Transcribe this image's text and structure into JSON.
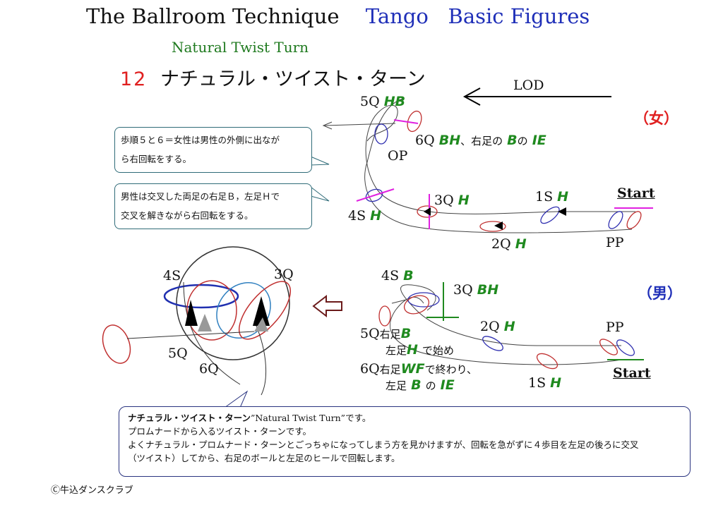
{
  "header": {
    "title_black": "The Ballroom Technique",
    "title_blue": "Tango   Basic Figures",
    "subtitle": "Natural Twist Turn",
    "figure_number": "12",
    "figure_name_jp": "ナチュラル・ツイスト・ターン"
  },
  "lod_label": "LOD",
  "lady": {
    "marker": "（女）",
    "start": "Start",
    "pp": "PP",
    "op": "OP",
    "step1": {
      "num": "1S",
      "action": "H"
    },
    "step2": {
      "num": "2Q",
      "action": "H"
    },
    "step3": {
      "num": "3Q",
      "action": "H"
    },
    "step4": {
      "num": "4S",
      "action": "H"
    },
    "step5": {
      "num": "5Q",
      "action": "HB"
    },
    "step6": {
      "num": "6Q",
      "action": "BH",
      "mid": "、右足の",
      "b": "B",
      "no": "の",
      "ie": "IE"
    }
  },
  "man": {
    "marker": "（男）",
    "start": "Start",
    "pp": "PP",
    "step1": {
      "num": "1S",
      "action": "H"
    },
    "step2": {
      "num": "2Q",
      "action": "H"
    },
    "step3": {
      "num": "3Q",
      "action": "BH"
    },
    "step4": {
      "num": "4S",
      "action": "B"
    },
    "step5_line1": {
      "num": "5Q",
      "text": "右足",
      "b": "B"
    },
    "step5_line2": {
      "text": "左足",
      "h": "H",
      "tail": "で始め"
    },
    "step6_line1": {
      "num": "6Q",
      "text": "右足",
      "wf": "WF",
      "tail": "で終わり、"
    },
    "step6_line2": {
      "text": "左足",
      "b": "B",
      "no": "の",
      "ie": "IE"
    }
  },
  "detail": {
    "l4s": "4S",
    "l3q": "3Q",
    "l5q": "5Q",
    "l6q": "6Q"
  },
  "notes": {
    "note1_line1": "歩順５と６＝女性は男性の外側に出なが",
    "note1_line2": "ら右回転をする。",
    "note2_line1": "男性は交叉した両足の右足Ｂ，左足Ｈで",
    "note2_line2": "交叉を解きながら右回転をする。"
  },
  "bottom": {
    "line1_bold": "ナチュラル・ツイスト・ターン",
    "line1_rest": "”Natural Twist Turn”です。",
    "line2": "プロムナードから入るツイスト・ターンです。",
    "line3": "よくナチュラル・プロムナード・ターンとごっちゃになってしまう方を見かけますが、回転を急がずに４歩目を左足の後ろに交叉",
    "line4": "（ツイスト）してから、右足のボールと左足のヒールで回転します。"
  },
  "copyright": "Ⓒ牛込ダンスクラブ",
  "colors": {
    "title_blue": "#1f2fb8",
    "green": "#1f8a1f",
    "red": "#e02020",
    "magenta": "#e020e0",
    "foot_blue": "#3030b0",
    "foot_red": "#c03030"
  }
}
